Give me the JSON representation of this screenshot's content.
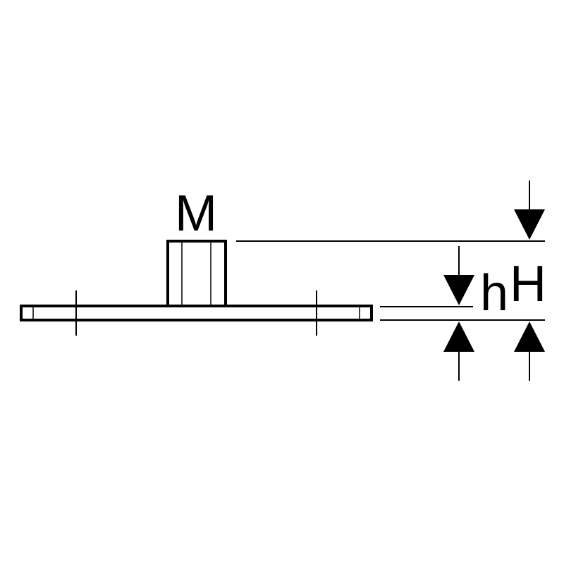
{
  "diagram": {
    "labels": {
      "thread": "M",
      "plate_thickness": "h",
      "total_height": "H"
    },
    "colors": {
      "stroke": "#000000",
      "background": "#ffffff"
    }
  }
}
